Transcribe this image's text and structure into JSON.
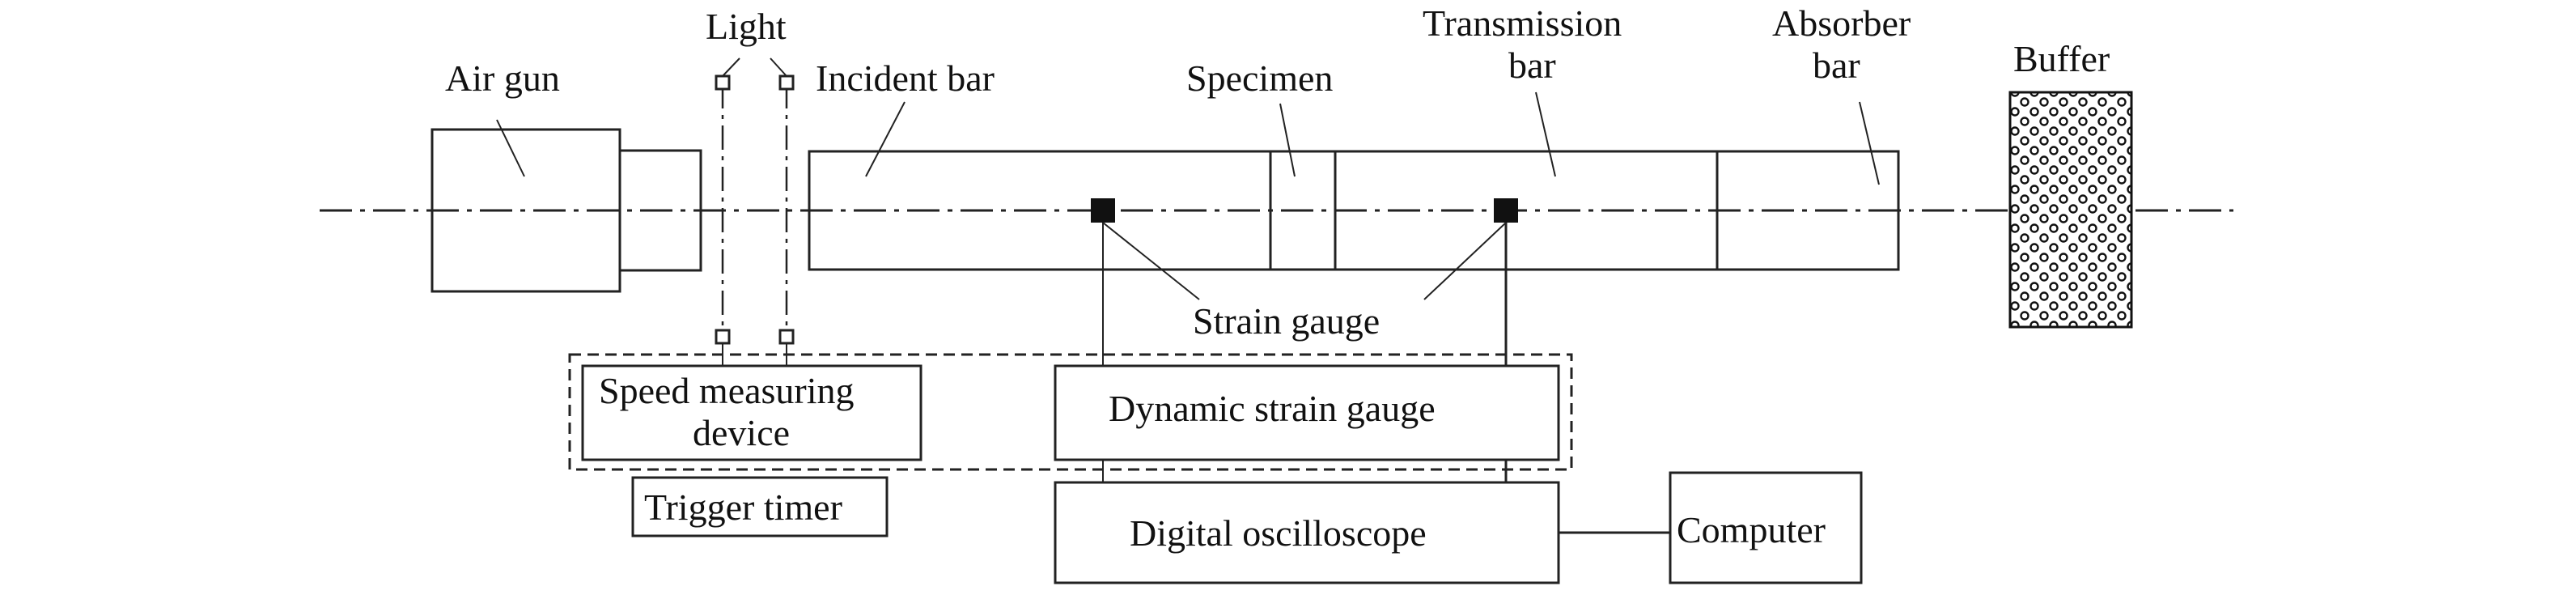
{
  "labels": {
    "air_gun": "Air gun",
    "light": "Light",
    "incident_bar": "Incident bar",
    "specimen": "Specimen",
    "transmission_bar_line1": "Transmission",
    "transmission_bar_line2": "bar",
    "absorber_bar_line1": "Absorber",
    "absorber_bar_line2": "bar",
    "buffer": "Buffer",
    "strain_gauge": "Strain gauge",
    "speed_device_line1": "Speed measuring",
    "speed_device_line2": "device",
    "trigger_timer": "Trigger timer",
    "dynamic_strain_gauge": "Dynamic strain gauge",
    "digital_oscilloscope": "Digital oscilloscope",
    "computer": "Computer"
  }
}
